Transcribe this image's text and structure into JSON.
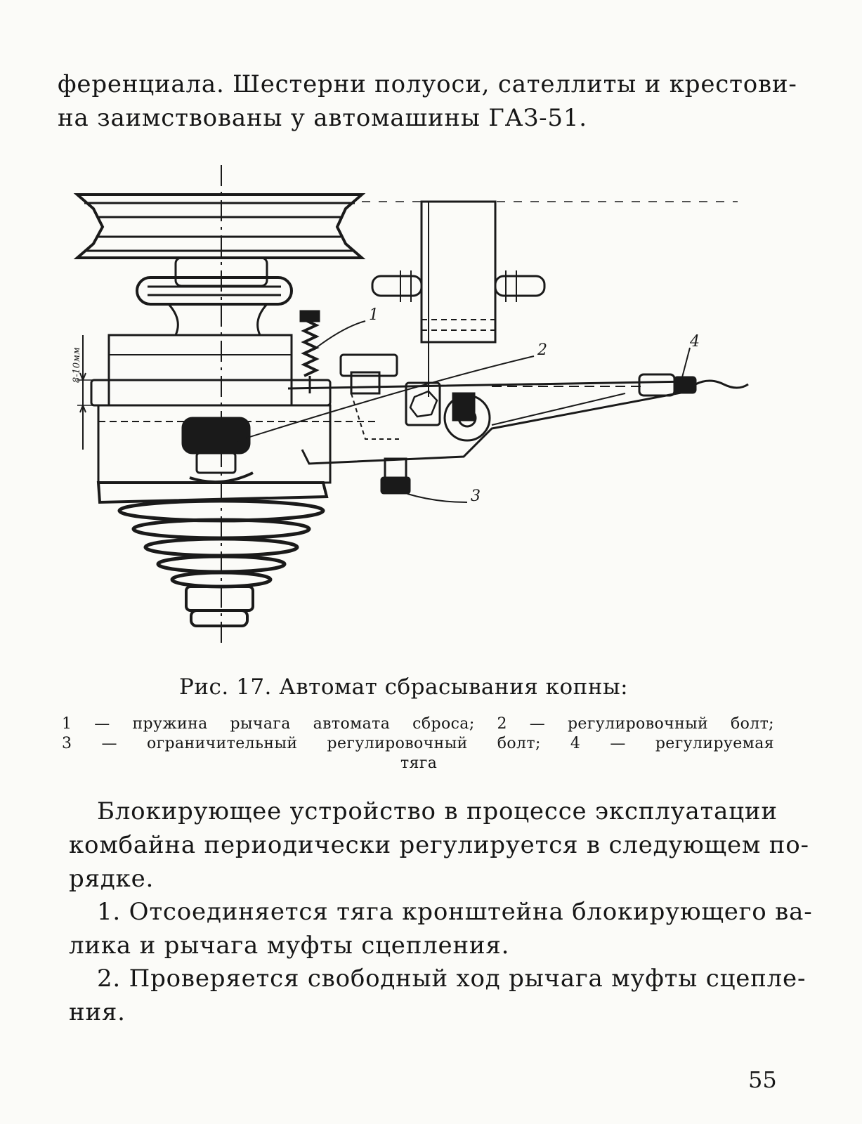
{
  "top_text": {
    "line1": "ференциала. Шестерни полуоси, сателлиты и крестови-",
    "line2": "на заимствованы у автомашины ГАЗ-51."
  },
  "figure": {
    "callouts": [
      "1",
      "2",
      "3",
      "4"
    ],
    "dimension_label": "8-10мм"
  },
  "caption": {
    "title": "Рис. 17. Автомат сбрасывания копны:",
    "legend_line1": "1 — пружина рычага автомата сброса; 2 — регулировочный болт;",
    "legend_line2": "3 — ограничительный регулировочный болт; 4 — регулируемая",
    "legend_line3": "тяга"
  },
  "body": {
    "para1_line1": "Блокирующее устройство в процессе эксплуатации",
    "para1_line2": "комбайна периодически регулируется в следующем по-",
    "para1_line3": "рядке.",
    "item1_line1": "1. Отсоединяется тяга кронштейна блокирующего ва-",
    "item1_line2": "лика и рычага муфты сцепления.",
    "item2_line1": "2. Проверяется свободный ход рычага муфты сцепле-",
    "item2_line2": "ния."
  },
  "page_number": "55"
}
